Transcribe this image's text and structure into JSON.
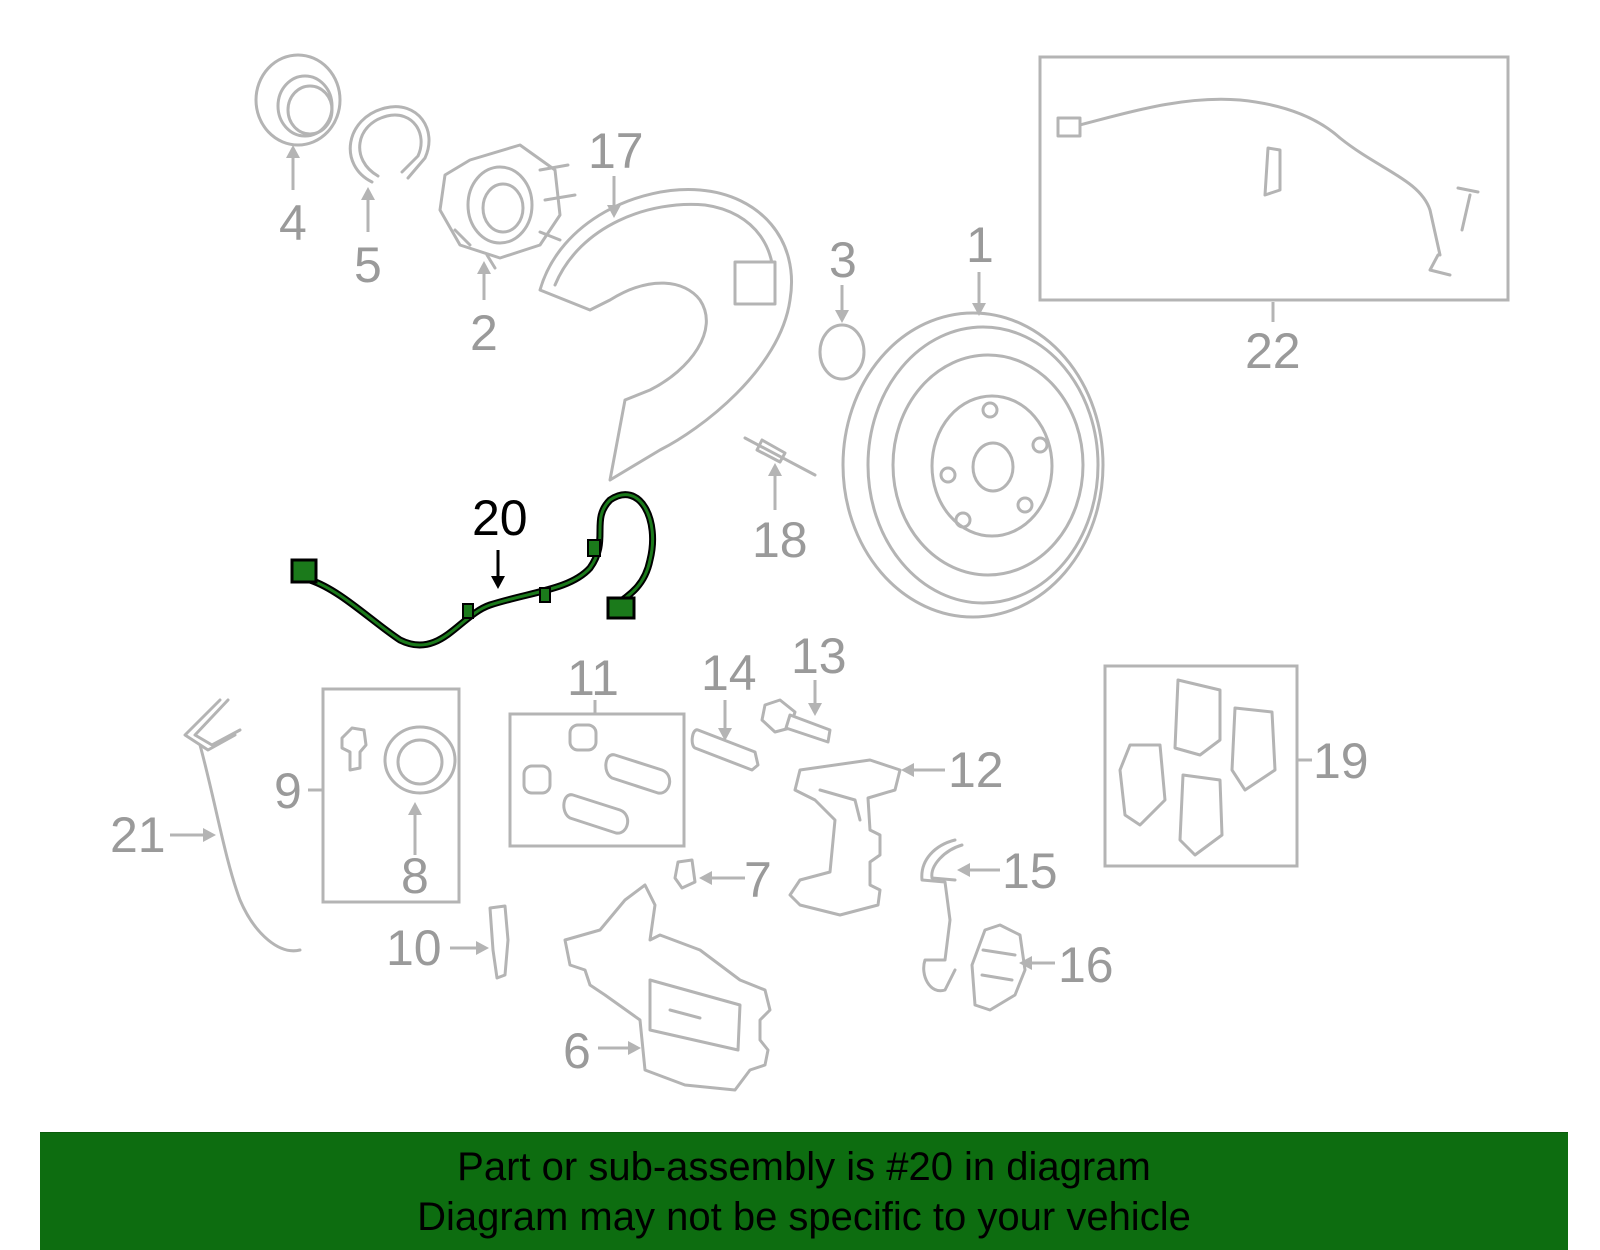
{
  "colors": {
    "part_stroke": "#b4b4b4",
    "highlight_stroke": "#000000",
    "highlight_fill": "#1b7a1b",
    "banner_bg": "#0d6d10",
    "text_gray": "#9a9a9a",
    "text_highlight": "#000000"
  },
  "callouts": {
    "c1": "1",
    "c2": "2",
    "c3": "3",
    "c4": "4",
    "c5": "5",
    "c6": "6",
    "c7": "7",
    "c8": "8",
    "c9": "9",
    "c10": "10",
    "c11": "11",
    "c12": "12",
    "c13": "13",
    "c14": "14",
    "c15": "15",
    "c16": "16",
    "c17": "17",
    "c18": "18",
    "c19": "19",
    "c20": "20",
    "c21": "21",
    "c22": "22"
  },
  "highlighted_part": "20",
  "banner": {
    "line1": "Part or sub-assembly is #20 in diagram",
    "line2": "Diagram may not be specific to your vehicle"
  }
}
